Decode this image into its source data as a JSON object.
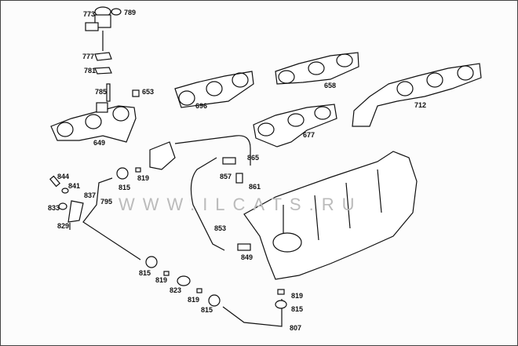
{
  "watermark": "WWW.ILCATS.RU",
  "callouts": [
    {
      "id": "773"
    },
    {
      "id": "789"
    },
    {
      "id": "777"
    },
    {
      "id": "781"
    },
    {
      "id": "785"
    },
    {
      "id": "653"
    },
    {
      "id": "649"
    },
    {
      "id": "696"
    },
    {
      "id": "658"
    },
    {
      "id": "677"
    },
    {
      "id": "712"
    },
    {
      "id": "865"
    },
    {
      "id": "857"
    },
    {
      "id": "861"
    },
    {
      "id": "819"
    },
    {
      "id": "815"
    },
    {
      "id": "844"
    },
    {
      "id": "841"
    },
    {
      "id": "837"
    },
    {
      "id": "833"
    },
    {
      "id": "829"
    },
    {
      "id": "795"
    },
    {
      "id": "853"
    },
    {
      "id": "849"
    },
    {
      "id": "815"
    },
    {
      "id": "819"
    },
    {
      "id": "823"
    },
    {
      "id": "819"
    },
    {
      "id": "815"
    },
    {
      "id": "819"
    },
    {
      "id": "815"
    },
    {
      "id": "807"
    }
  ]
}
